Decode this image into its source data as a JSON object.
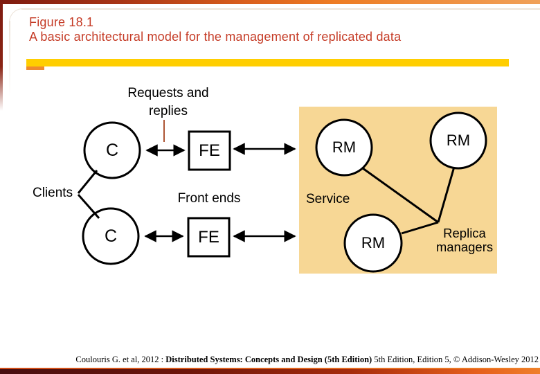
{
  "header": {
    "figure_label": "Figure 18.1",
    "figure_caption": "A basic architectural model for the management of replicated data"
  },
  "diagram": {
    "requests_line1": "Requests and",
    "requests_line2": "replies",
    "clients_label": "Clients",
    "front_ends_label": "Front ends",
    "service_label": "Service",
    "replica_line1": "Replica",
    "replica_line2": "managers",
    "nodes": {
      "client": "C",
      "front_end": "FE",
      "replica_manager": "RM"
    }
  },
  "footer": {
    "citation_prefix": "Coulouris G. et al, 2012 : ",
    "citation_title": "Distributed Systems: Concepts and Design (5th Edition)",
    "citation_suffix": " 5th Edition, Edition 5, © Addison-Wesley 2012"
  },
  "colors": {
    "title_text": "#C53B26",
    "accent_yellow": "#FFCE00",
    "accent_orange_tab": "#EF8A2E",
    "service_box_fill": "#F7D795",
    "top_bar_gradient_start": "#7E1B10",
    "top_bar_gradient_end": "#F0A159",
    "bottom_bar_gradient_start": "#470E10",
    "bottom_bar_gradient_end": "#EF7F2B",
    "requests_pointer_line": "#AD5433",
    "diagram_stroke": "#000000"
  }
}
